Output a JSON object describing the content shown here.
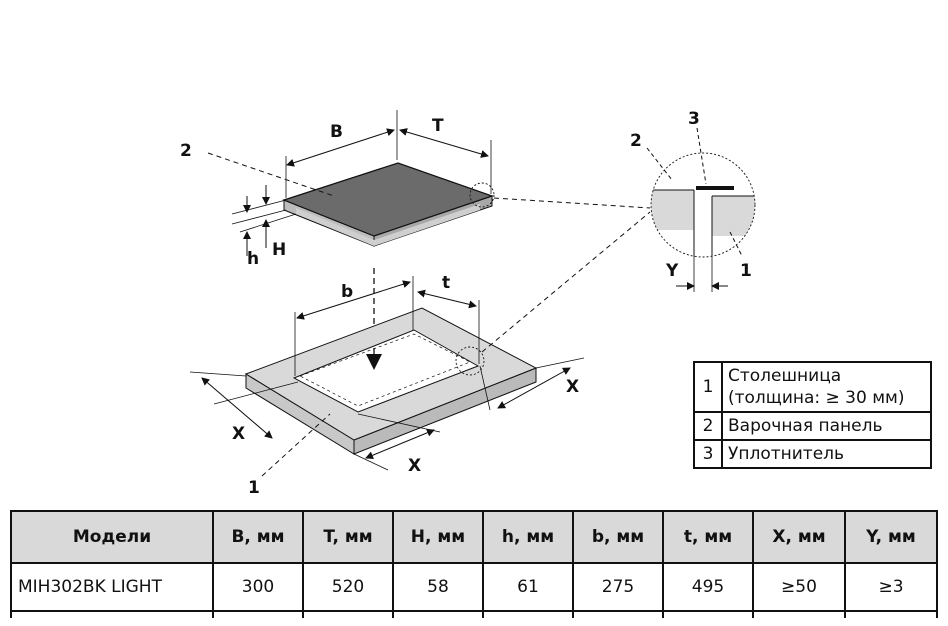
{
  "diagram": {
    "dimension_letters": {
      "B": "B",
      "T": "T",
      "H": "H",
      "h": "h",
      "b": "b",
      "t": "t",
      "X": "X",
      "Y": "Y"
    },
    "callouts": {
      "c1": "1",
      "c2": "2",
      "c3": "3"
    }
  },
  "legend": [
    {
      "num": "1",
      "line1": "Столешница",
      "line2": "(толщина: ≥ 30 мм)"
    },
    {
      "num": "2",
      "text": "Варочная панель"
    },
    {
      "num": "3",
      "text": "Уплотнитель"
    }
  ],
  "dims_table": {
    "headers": [
      "Модели",
      "B, мм",
      "T, мм",
      "H, мм",
      "h, мм",
      "b, мм",
      "t, мм",
      "X, мм",
      "Y, мм"
    ],
    "rows": [
      [
        "MIH302BK LIGHT",
        "300",
        "520",
        "58",
        "61",
        "275",
        "495",
        "≥50",
        "≥3"
      ]
    ]
  },
  "colors": {
    "hob_top": "#6b6b6b",
    "hob_side": "#bdbdbd",
    "counter": "#d9d9d9",
    "line": "#111111"
  }
}
